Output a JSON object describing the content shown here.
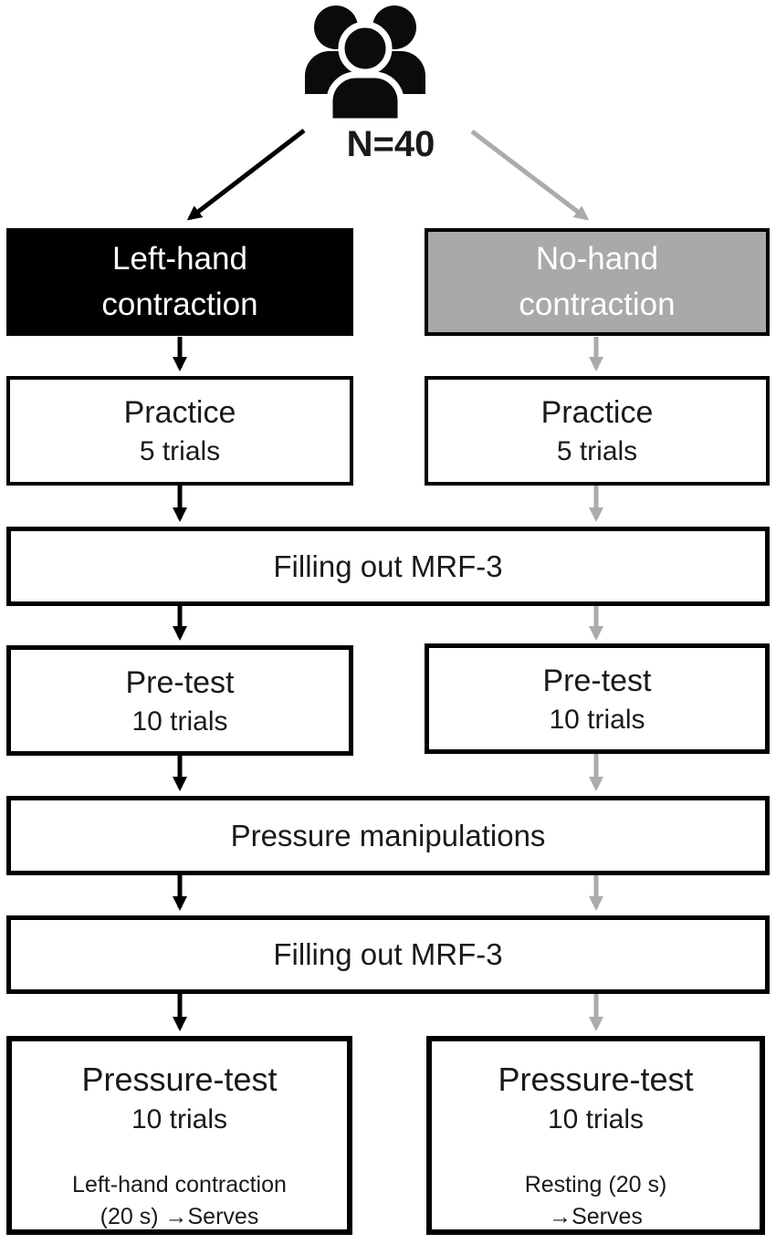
{
  "header": {
    "participants_label": "N=40",
    "icon": "people-group-icon"
  },
  "left_branch": {
    "condition_line1": "Left-hand",
    "condition_line2": "contraction",
    "practice_title": "Practice",
    "practice_sub": "5 trials",
    "pretest_title": "Pre-test",
    "pretest_sub": "10 trials",
    "pressure_test_title": "Pressure-test",
    "pressure_test_sub": "10 trials",
    "pressure_test_detail1": "Left-hand contraction",
    "pressure_test_detail2": "(20 s) →Serves"
  },
  "right_branch": {
    "condition_line1": "No-hand",
    "condition_line2": "contraction",
    "practice_title": "Practice",
    "practice_sub": "5 trials",
    "pretest_title": "Pre-test",
    "pretest_sub": "10 trials",
    "pressure_test_title": "Pressure-test",
    "pressure_test_sub": "10 trials",
    "pressure_test_detail1": "Resting (20 s)",
    "pressure_test_detail2": "→Serves"
  },
  "shared_steps": {
    "mrf3_first": "Filling out MRF-3",
    "pressure_manipulations": "Pressure manipulations",
    "mrf3_second": "Filling out MRF-3"
  },
  "colors": {
    "black": "#000000",
    "gray_box_fill": "#a9a9a9",
    "gray_arrow": "#ababab",
    "white_text": "#ffffff"
  }
}
